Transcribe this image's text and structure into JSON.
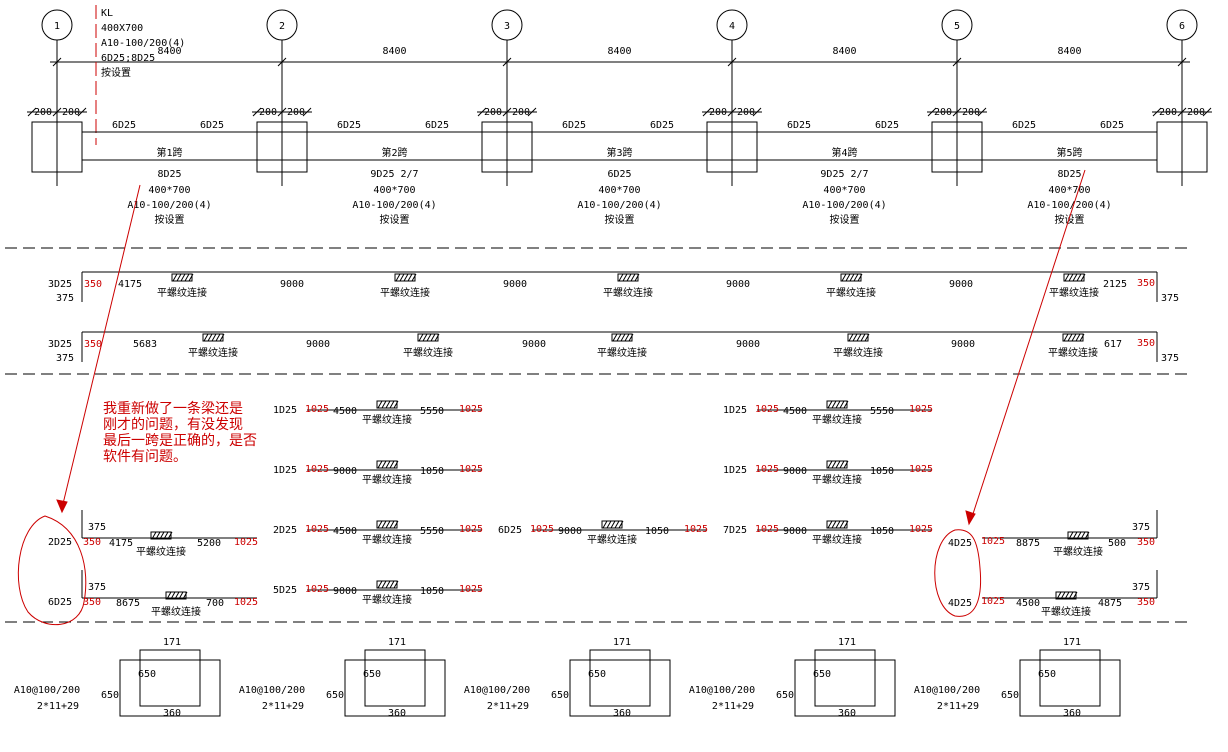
{
  "header": {
    "grid_labels": [
      "1",
      "2",
      "3",
      "4",
      "5",
      "6"
    ],
    "dims": [
      "8400",
      "8400",
      "8400",
      "8400",
      "8400"
    ],
    "beam_info": [
      "KL",
      "400X700",
      "A10-100/200(4)",
      "6D25;8D25",
      "按设置"
    ],
    "column_dims": [
      "200",
      "200"
    ]
  },
  "spans": [
    {
      "top_left": "6D25",
      "top_right": "6D25",
      "name": "第1跨",
      "bottom": "8D25",
      "size": "400*700",
      "stirrup": "A10-100/200(4)",
      "set": "按设置"
    },
    {
      "top_left": "6D25",
      "top_right": "6D25",
      "name": "第2跨",
      "bottom": "9D25 2/7",
      "size": "400*700",
      "stirrup": "A10-100/200(4)",
      "set": "按设置"
    },
    {
      "top_left": "6D25",
      "top_right": "6D25",
      "name": "第3跨",
      "bottom": "6D25",
      "size": "400*700",
      "stirrup": "A10-100/200(4)",
      "set": "按设置"
    },
    {
      "top_left": "6D25",
      "top_right": "6D25",
      "name": "第4跨",
      "bottom": "9D25 2/7",
      "size": "400*700",
      "stirrup": "A10-100/200(4)",
      "set": "按设置"
    },
    {
      "top_left": "6D25",
      "top_right": "6D25",
      "name": "第5跨",
      "bottom": "8D25",
      "size": "400*700",
      "stirrup": "A10-100/200(4)",
      "set": "按设置"
    }
  ],
  "connector_label": "平螺纹连接",
  "top_bars": [
    {
      "count": "3D25",
      "hook": "350",
      "anchor": "375",
      "start": "4175",
      "mid": [
        "9000",
        "9000",
        "9000",
        "9000"
      ],
      "end": "2125",
      "end_hook": "350",
      "end_anchor": "375"
    },
    {
      "count": "3D25",
      "hook": "350",
      "anchor": "375",
      "start": "5683",
      "mid": [
        "9000",
        "9000",
        "9000",
        "9000"
      ],
      "end": "617",
      "end_hook": "350",
      "end_anchor": "375"
    }
  ],
  "support_bars": [
    {
      "count": "1D25",
      "l": "1025",
      "a": "4500",
      "b": "5550",
      "r": "1025"
    },
    {
      "count": "1D25",
      "l": "1025",
      "a": "9000",
      "b": "1050",
      "r": "1025"
    },
    {
      "count": "2D25",
      "l": "1025",
      "a": "4500",
      "b": "5550",
      "r": "1025"
    },
    {
      "count": "5D25",
      "l": "1025",
      "a": "9000",
      "b": "1050",
      "r": "1025"
    },
    {
      "count": "1D25",
      "l": "1025",
      "a": "4500",
      "b": "5550",
      "r": "1025"
    },
    {
      "count": "1D25",
      "l": "1025",
      "a": "9000",
      "b": "1050",
      "r": "1025"
    },
    {
      "count": "7D25",
      "l": "1025",
      "a": "9000",
      "b": "1050",
      "r": "1025"
    },
    {
      "count": "6D25",
      "l": "1025",
      "a": "9000",
      "b": "1050",
      "r": "1025"
    }
  ],
  "end_bars": [
    {
      "count": "2D25",
      "anchor": "375",
      "hook": "350",
      "a": "4175",
      "b": "5200",
      "r": "1025"
    },
    {
      "count": "6D25",
      "anchor": "375",
      "hook": "350",
      "a": "8675",
      "b": "700",
      "r": "1025"
    },
    {
      "count": "4D25",
      "anchor": "375",
      "hook": "350",
      "l": "1025",
      "a": "8875",
      "b": "500"
    },
    {
      "count": "4D25",
      "anchor": "375",
      "hook": "350",
      "l": "1025",
      "a": "4500",
      "b": "4875"
    }
  ],
  "note": [
    "我重新做了一条梁还是",
    "刚才的问题，有没发现",
    "最后一跨是正确的，是否",
    "软件有问题。"
  ],
  "stirrups": [
    {
      "spec": "A10@100/200",
      "formula": "2*11+29",
      "w": "171",
      "h": "650",
      "inner": "650",
      "bottom": "360"
    },
    {
      "spec": "A10@100/200",
      "formula": "2*11+29",
      "w": "171",
      "h": "650",
      "inner": "650",
      "bottom": "360"
    },
    {
      "spec": "A10@100/200",
      "formula": "2*11+29",
      "w": "171",
      "h": "650",
      "inner": "650",
      "bottom": "360"
    },
    {
      "spec": "A10@100/200",
      "formula": "2*11+29",
      "w": "171",
      "h": "650",
      "inner": "650",
      "bottom": "360"
    },
    {
      "spec": "A10@100/200",
      "formula": "2*11+29",
      "w": "171",
      "h": "650",
      "inner": "650",
      "bottom": "360"
    }
  ]
}
